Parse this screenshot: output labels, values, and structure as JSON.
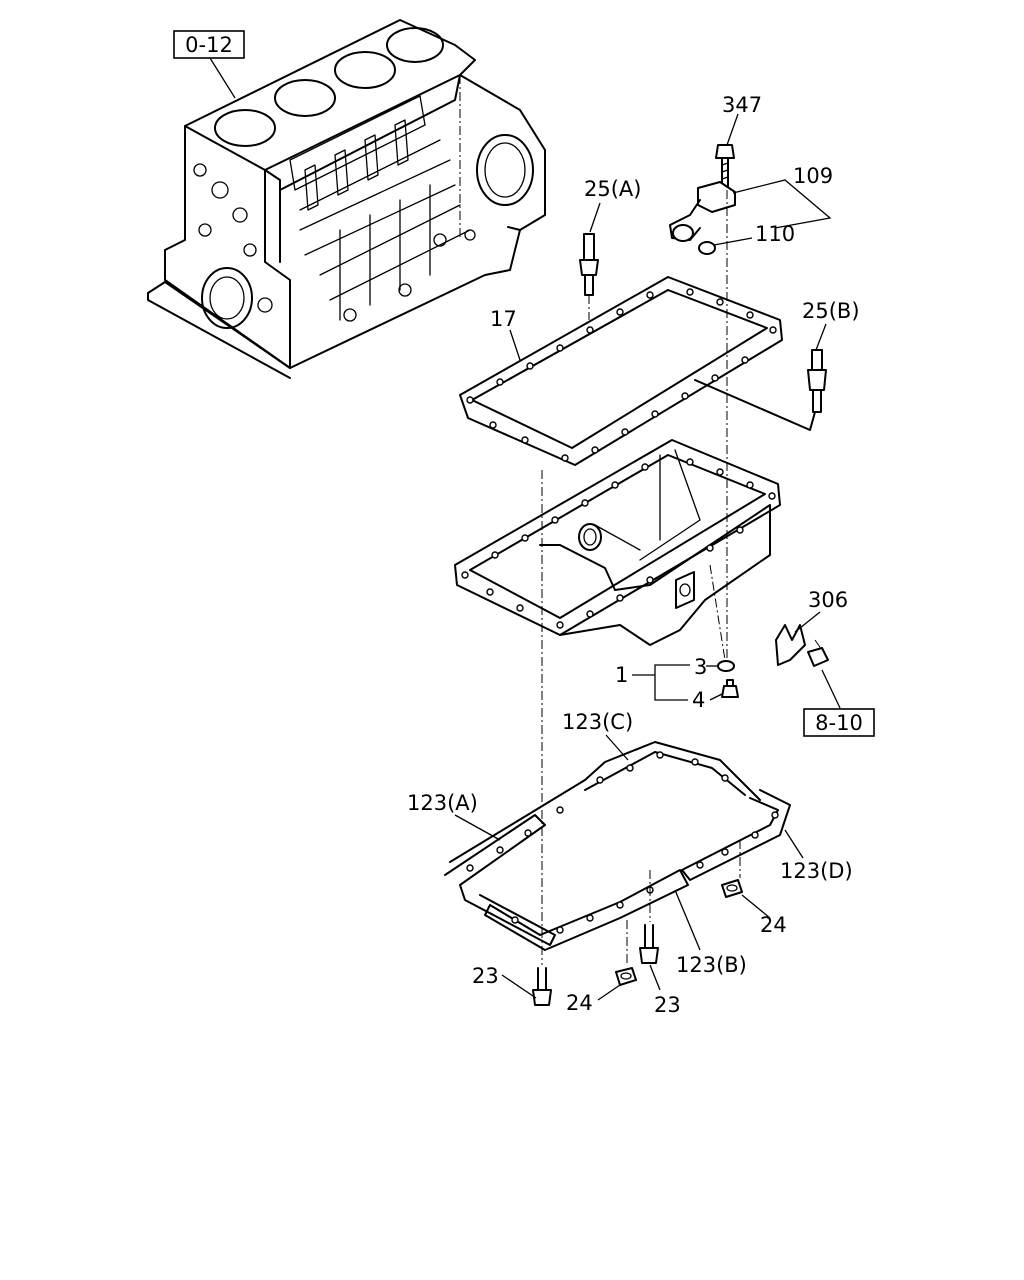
{
  "diagram": {
    "reference_boxes": [
      {
        "id": "ref-0-12",
        "text": "0-12"
      },
      {
        "id": "ref-8-10",
        "text": "8-10"
      }
    ],
    "callouts": [
      {
        "id": "c347",
        "text": "347"
      },
      {
        "id": "c109",
        "text": "109"
      },
      {
        "id": "c110",
        "text": "110"
      },
      {
        "id": "c25A",
        "text": "25(A)"
      },
      {
        "id": "c25B",
        "text": "25(B)"
      },
      {
        "id": "c17",
        "text": "17"
      },
      {
        "id": "c306",
        "text": "306"
      },
      {
        "id": "c1",
        "text": "1"
      },
      {
        "id": "c3",
        "text": "3"
      },
      {
        "id": "c4",
        "text": "4"
      },
      {
        "id": "c123C",
        "text": "123(C)"
      },
      {
        "id": "c123A",
        "text": "123(A)"
      },
      {
        "id": "c123D",
        "text": "123(D)"
      },
      {
        "id": "c123B",
        "text": "123(B)"
      },
      {
        "id": "c24r",
        "text": "24"
      },
      {
        "id": "c24l",
        "text": "24"
      },
      {
        "id": "c23l",
        "text": "23"
      },
      {
        "id": "c23r",
        "text": "23"
      }
    ]
  }
}
